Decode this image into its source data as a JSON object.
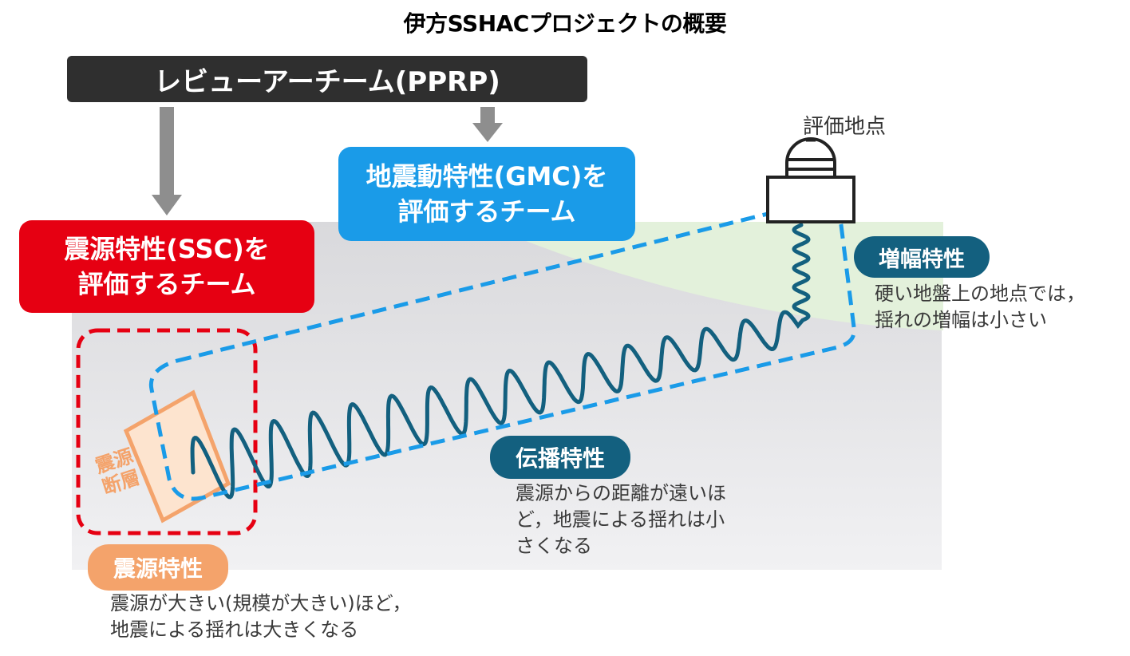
{
  "title": "伊方SSHACプロジェクトの概要",
  "review_team": {
    "label": "レビューアーチーム(PPRP)"
  },
  "gmc_team": {
    "line1": "地震動特性(GMC)を",
    "line2": "評価するチーム"
  },
  "ssc_team": {
    "line1": "震源特性(SSC)を",
    "line2": "評価するチーム"
  },
  "site": {
    "label": "評価地点"
  },
  "amplification": {
    "label": "増幅特性",
    "desc_line1": "硬い地盤上の地点では，",
    "desc_line2": "揺れの増幅は小さい"
  },
  "propagation": {
    "label": "伝播特性",
    "desc_line1": "震源からの距離が遠いほ",
    "desc_line2": "ど，地震による揺れは小",
    "desc_line3": "さくなる"
  },
  "source": {
    "label": "震源特性",
    "desc_line1": "震源が大きい(規模が大きい)ほど，",
    "desc_line2": "地震による揺れは大きくなる"
  },
  "fault": {
    "line1": "震源",
    "line2": "断層"
  },
  "colors": {
    "review": "#2f2f2f",
    "gmc": "#1a9be8",
    "ssc": "#e60012",
    "characteristic_pill": "#13607f",
    "source_pill": "#f4a36b",
    "wave": "#13607f",
    "hard_ground": "#e3f1db",
    "ground": "#e6e6e8",
    "arrow": "#8e8e8e"
  },
  "icons": [
    "down-arrow-icon",
    "seismometer-icon",
    "seismic-wave-icon",
    "fault-plane-icon"
  ]
}
